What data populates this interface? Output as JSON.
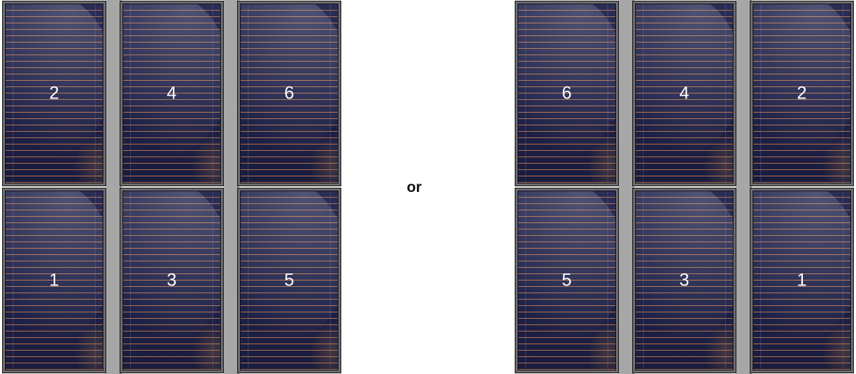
{
  "separator": "or",
  "left_array": {
    "top_row": [
      "2",
      "4",
      "6"
    ],
    "bottom_row": [
      "1",
      "3",
      "5"
    ]
  },
  "right_array": {
    "top_row": [
      "6",
      "4",
      "2"
    ],
    "bottom_row": [
      "5",
      "3",
      "1"
    ]
  }
}
